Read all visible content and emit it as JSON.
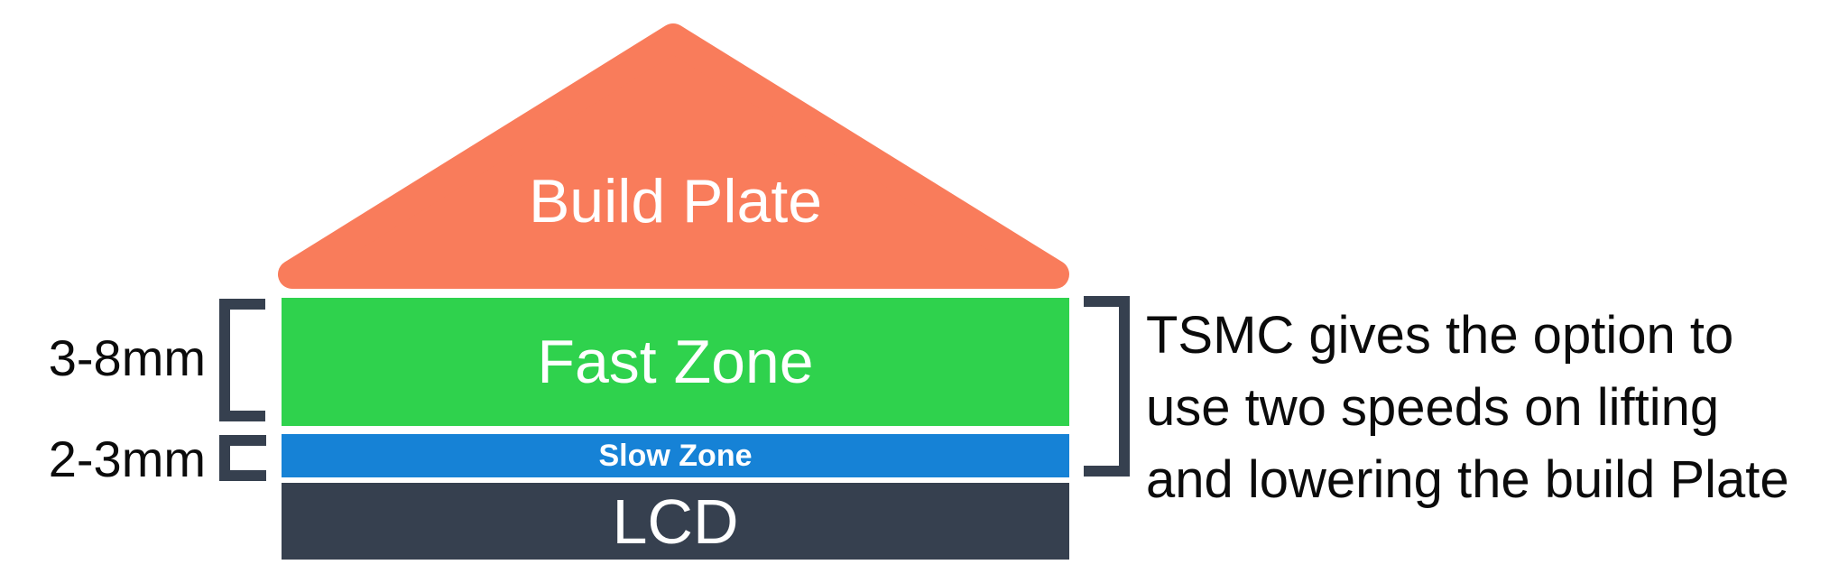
{
  "colors": {
    "background": "#FFFFFF",
    "build_plate": "#F97C5B",
    "fast_zone": "#2FD24D",
    "slow_zone": "#1682D6",
    "lcd": "#36404F",
    "bracket": "#36404F",
    "layer_label_text": "#FFFFFF",
    "annotation_text": "#0B0B0B"
  },
  "layers": {
    "build_plate": {
      "label": "Build Plate"
    },
    "fast_zone": {
      "label": "Fast Zone",
      "thickness": "3-8mm"
    },
    "slow_zone": {
      "label": "Slow Zone",
      "thickness": "2-3mm"
    },
    "lcd": {
      "label": "LCD"
    }
  },
  "annotation": {
    "lines": [
      "TSMC gives the option to",
      "use two speeds on lifting",
      "and lowering the build Plate"
    ]
  }
}
